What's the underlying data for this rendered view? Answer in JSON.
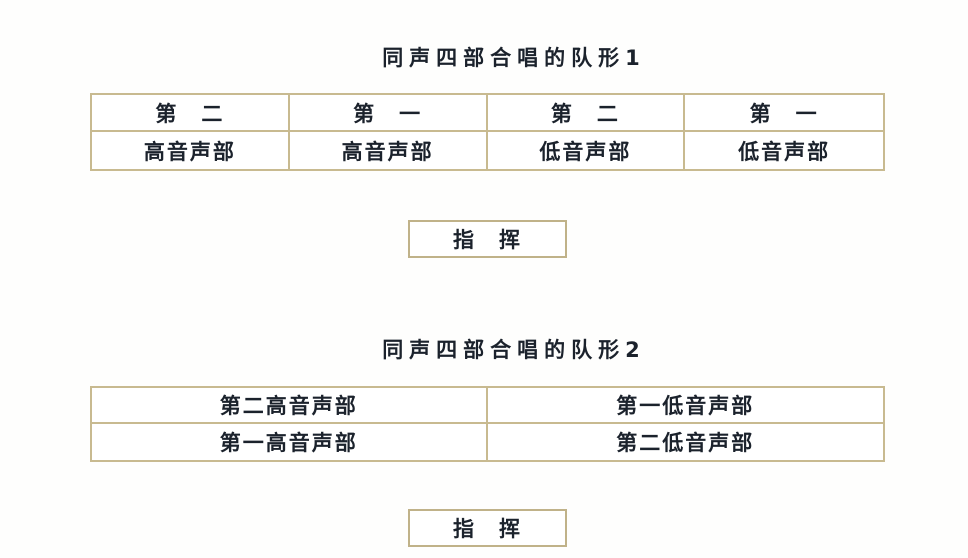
{
  "page": {
    "background_color": "#ffffff",
    "text_color": "#1b222c",
    "table_border_color": "#c8ba90"
  },
  "formation1": {
    "title": "同声四部合唱的队形1",
    "table": {
      "rows": [
        [
          "第　二",
          "第　一",
          "第　二",
          "第　一"
        ],
        [
          "高音声部",
          "高音声部",
          "低音声部",
          "低音声部"
        ]
      ]
    },
    "conductor_label": "指　挥"
  },
  "formation2": {
    "title": "同声四部合唱的队形2",
    "table": {
      "rows": [
        [
          "第二高音声部",
          "第一低音声部"
        ],
        [
          "第一高音声部",
          "第二低音声部"
        ]
      ]
    },
    "conductor_label": "指　挥"
  }
}
